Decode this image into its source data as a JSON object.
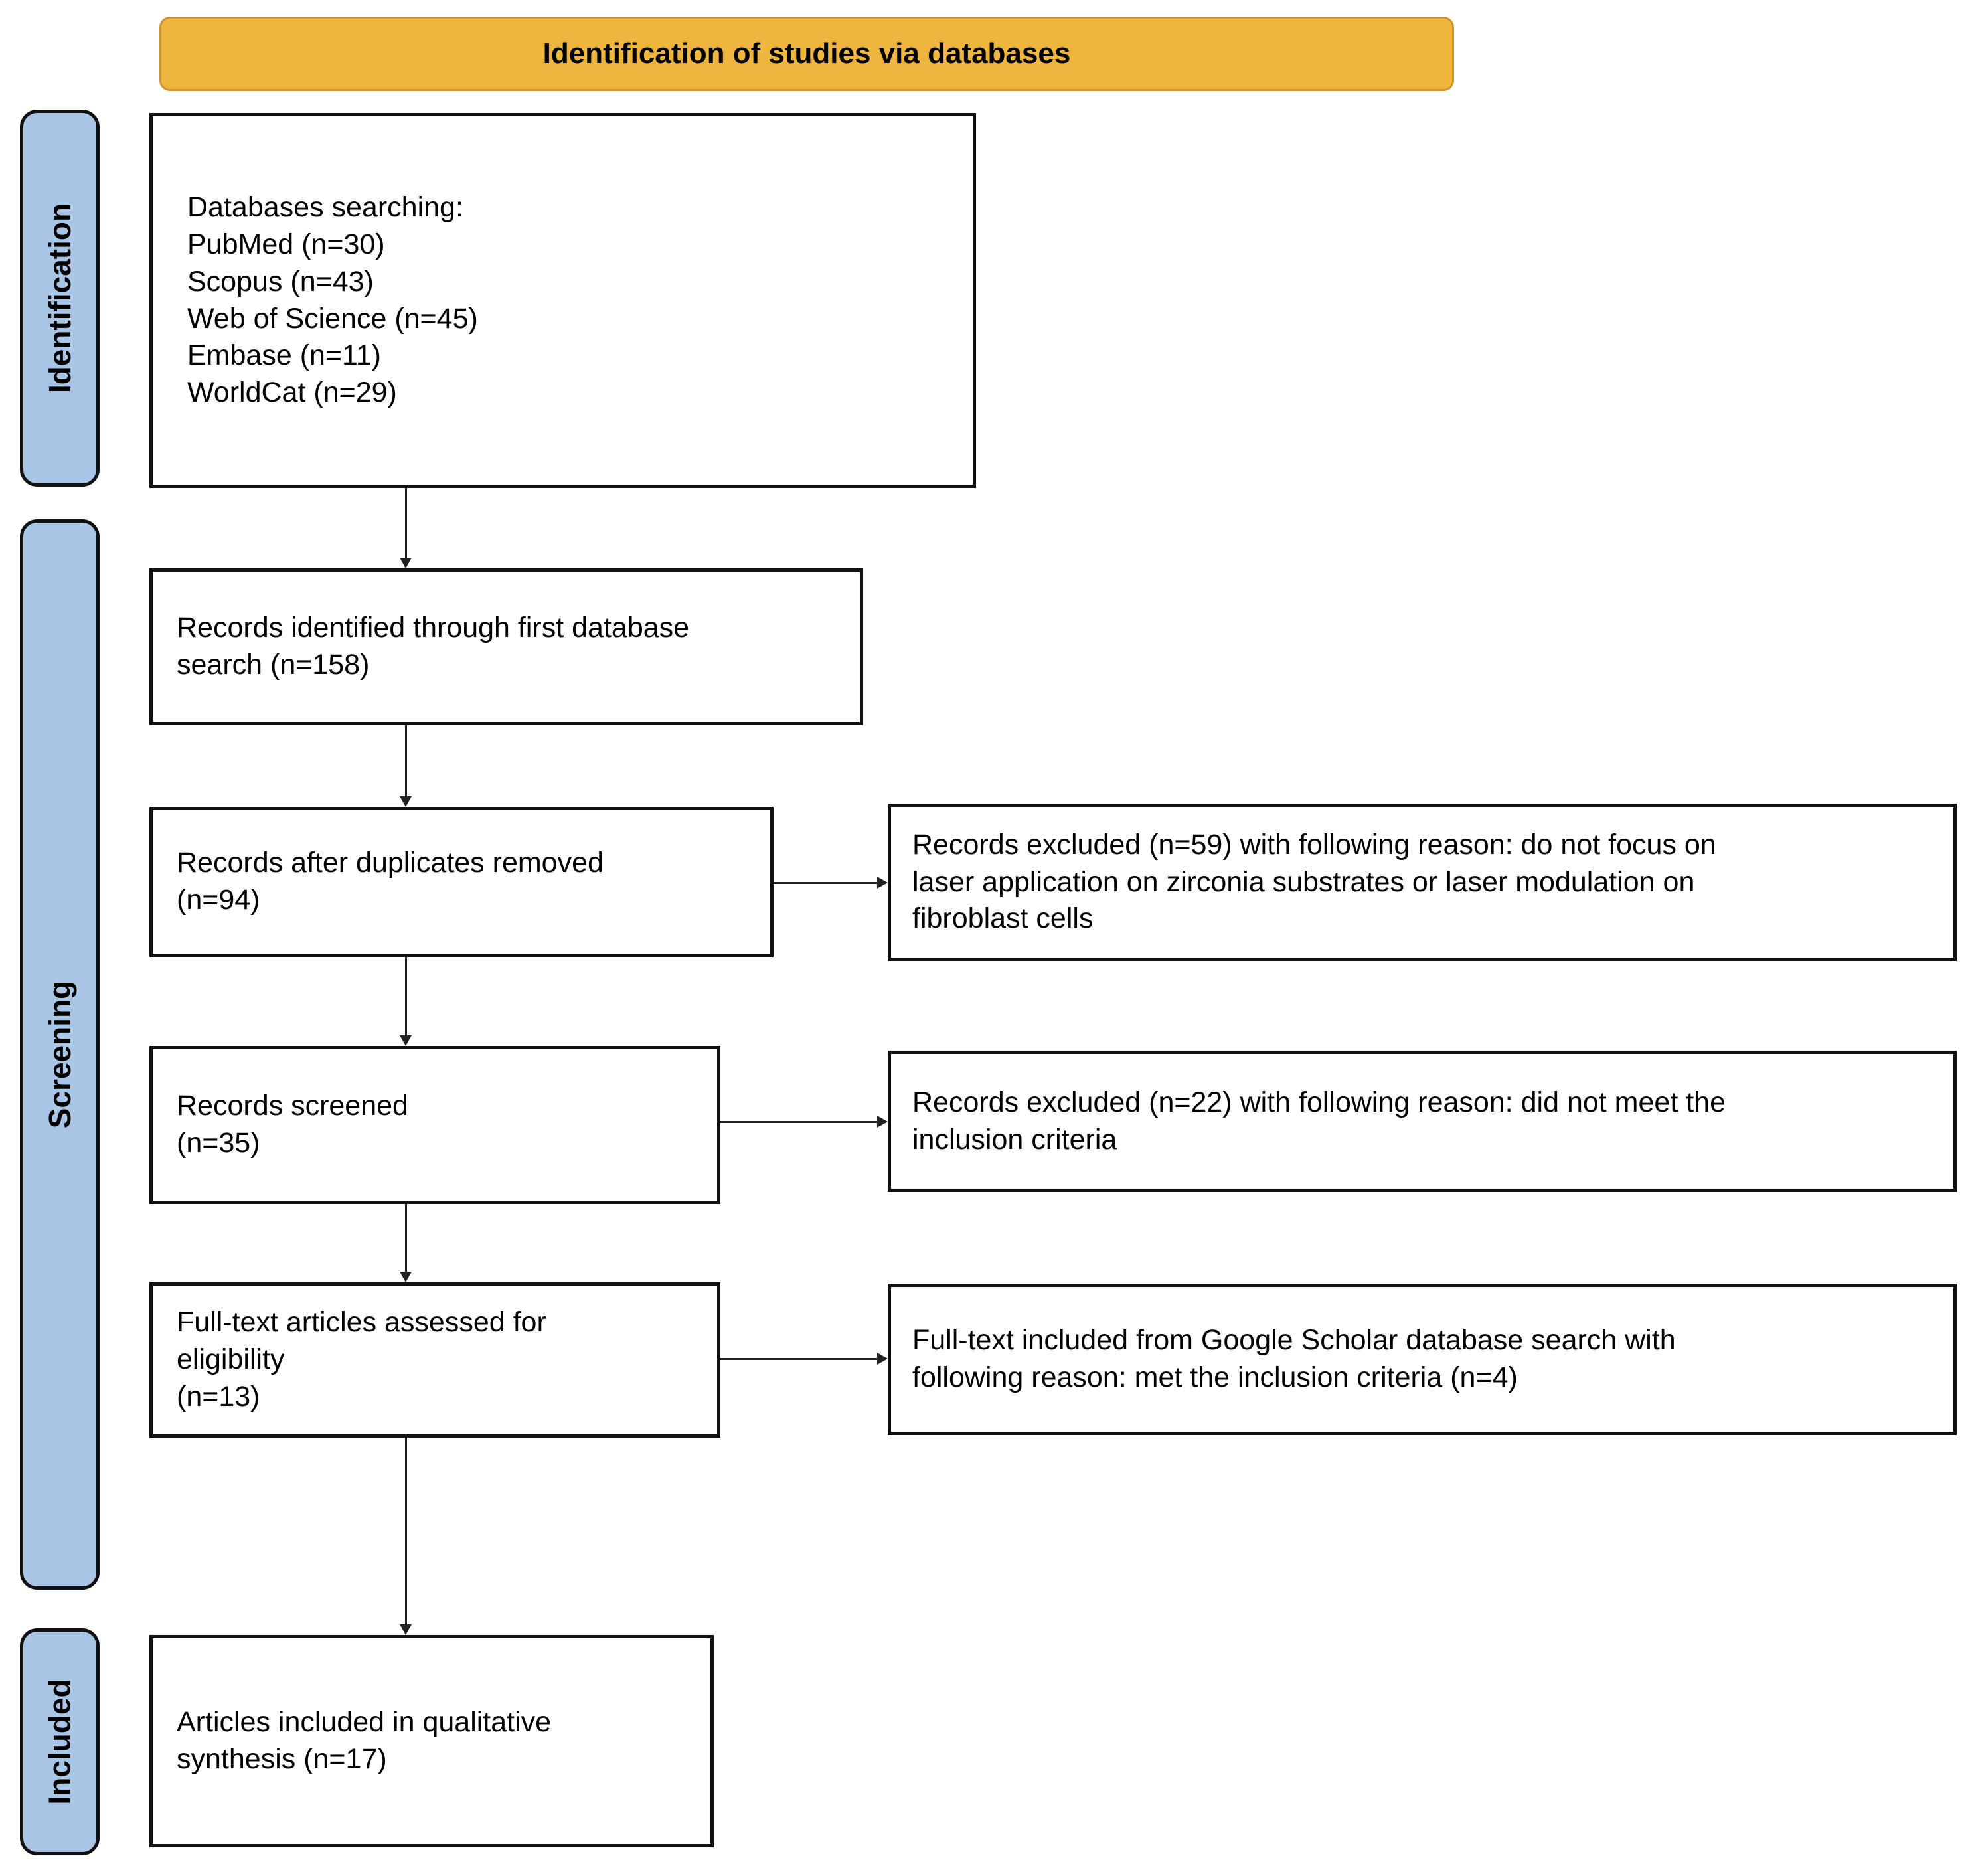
{
  "banner": {
    "label": "Identification of studies via databases"
  },
  "sidebar": {
    "stages": [
      {
        "id": "identification",
        "label": "Identification"
      },
      {
        "id": "screening",
        "label": "Screening"
      },
      {
        "id": "included",
        "label": "Included"
      }
    ]
  },
  "flow": {
    "main": [
      {
        "id": "databases-searching",
        "text": "Databases searching:\nPubMed (n=30)\nScopus (n=43)\nWeb of Science (n=45)\nEmbase (n=11)\nWorldCat (n=29)"
      },
      {
        "id": "records-identified",
        "text": "Records identified through first database\nsearch (n=158)"
      },
      {
        "id": "records-after-duplicates",
        "text": "Records after duplicates removed\n(n=94)"
      },
      {
        "id": "records-screened",
        "text": "Records screened\n(n=35)"
      },
      {
        "id": "fulltext-assessed",
        "text": "Full-text articles assessed for\neligibility\n(n=13)"
      },
      {
        "id": "articles-included",
        "text": "Articles included in qualitative\nsynthesis (n=17)"
      }
    ],
    "side": [
      {
        "id": "records-excluded-59",
        "text": "Records excluded (n=59) with following reason: do not focus on\nlaser application on zirconia substrates or laser modulation on\nfibroblast cells"
      },
      {
        "id": "records-excluded-22",
        "text": "Records excluded (n=22) with following reason: did not meet the\ninclusion criteria"
      },
      {
        "id": "fulltext-included-google",
        "text": "Full-text included from Google Scholar database search with\nfollowing reason: met the inclusion criteria (n=4)"
      }
    ]
  },
  "colors": {
    "banner_bg": "#EEB63F",
    "banner_border": "#C9962F",
    "stage_bg": "#A9C6E7",
    "stage_border": "#111111",
    "box_border": "#111111",
    "arrow": "#222222",
    "text": "#000000",
    "background": "#FFFFFF"
  }
}
